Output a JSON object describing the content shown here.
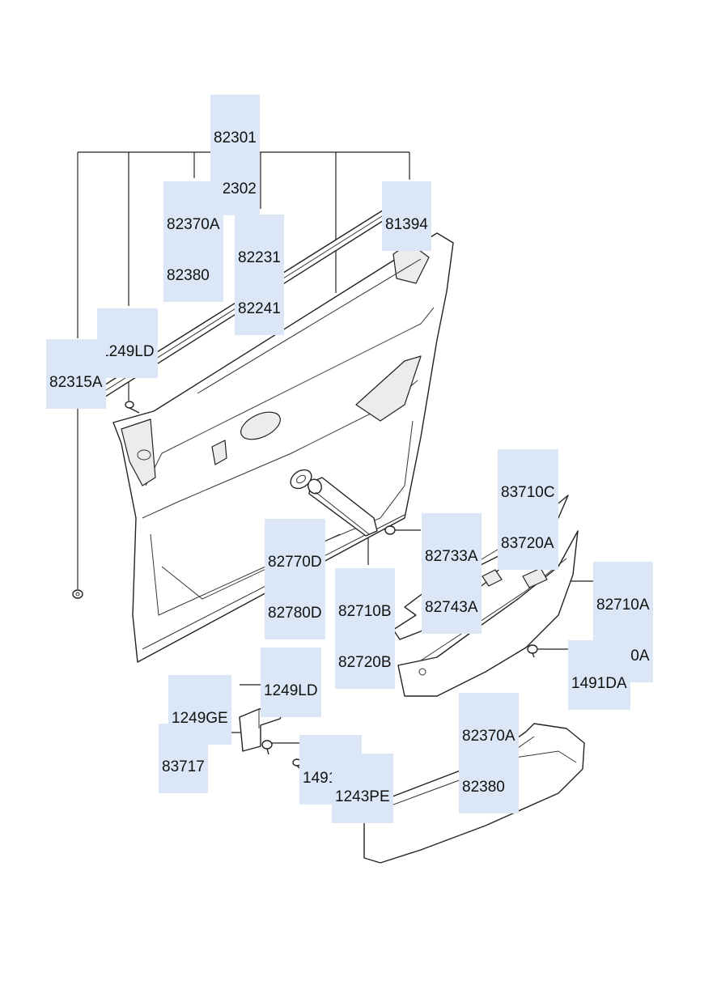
{
  "callouts": {
    "door_trim_assy": [
      "82301",
      "82302"
    ],
    "armrest_upper": [
      "82370A",
      "82380"
    ],
    "weatherstrip": [
      "82231",
      "82241"
    ],
    "fastener_81394": [
      "81394"
    ],
    "screw_top": [
      "1249LD"
    ],
    "clip_82315a": [
      "82315A"
    ],
    "switch_panel": [
      "83710C",
      "83720A"
    ],
    "handle_cover": [
      "82770D",
      "82780D"
    ],
    "pull_handle": [
      "82710B",
      "82720B"
    ],
    "cap": [
      "82733A",
      "82743A"
    ],
    "armrest_panel": [
      "82710A",
      "82720A"
    ],
    "screw_1491da": [
      "1491DA"
    ],
    "screw_mid": [
      "1249LD"
    ],
    "screw_1249ge": [
      "1249GE"
    ],
    "bracket": [
      "83717"
    ],
    "screw_1491ad": [
      "1491AD"
    ],
    "screw_1243pe": [
      "1243PE"
    ],
    "armrest_lower": [
      "82370A",
      "82380"
    ]
  }
}
